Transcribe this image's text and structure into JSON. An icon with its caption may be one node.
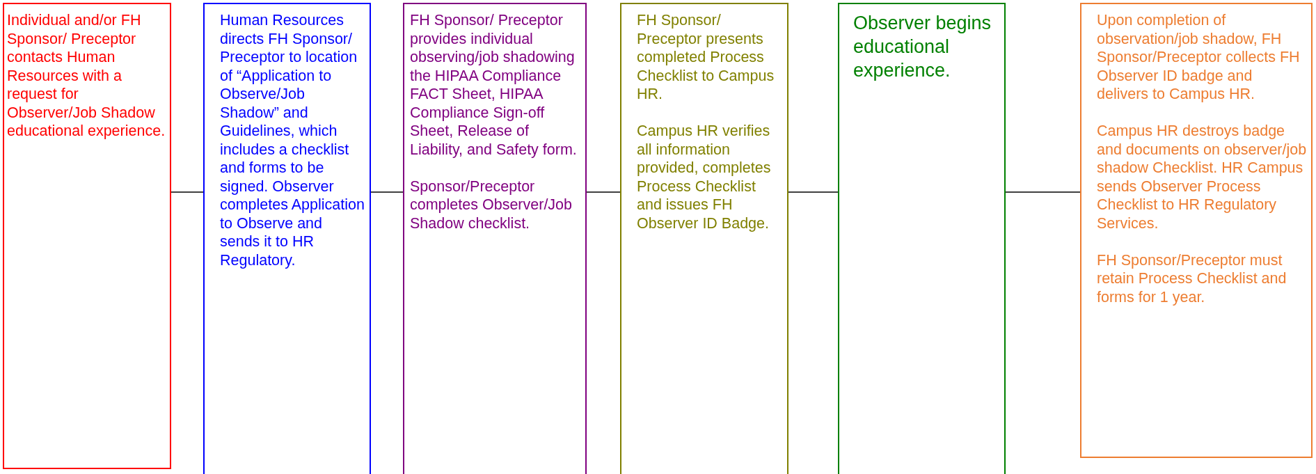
{
  "diagram": {
    "nodes": [
      {
        "text": [
          "Individual and/or FH Sponsor/ Preceptor contacts Human Resources with a request for Observer/Job Shadow educational experience."
        ]
      },
      {
        "text": [
          "Human Resources directs FH Sponsor/ Preceptor to location of “Application to Observe/Job Shadow” and Guidelines, which includes a checklist and forms to be signed. Observer completes Application to Observe and sends it to HR Regulatory."
        ]
      },
      {
        "text": [
          "FH Sponsor/ Preceptor provides individual observing/job shadowing the HIPAA Compliance FACT Sheet, HIPAA Compliance Sign-off Sheet, Release of Liability, and Safety form.",
          "Sponsor/Preceptor completes Observer/Job Shadow checklist."
        ]
      },
      {
        "text": [
          "FH Sponsor/ Preceptor presents completed Process Checklist to Campus HR.",
          "Campus HR verifies all information provided, completes Process Checklist and issues FH Observer ID Badge."
        ]
      },
      {
        "text": [
          "Observer begins educational experience."
        ]
      },
      {
        "text": [
          "Upon completion of observation/job shadow, FH Sponsor/Preceptor collects FH Observer ID badge and delivers to Campus HR.",
          "Campus HR destroys badge and documents on observer/job shadow Checklist.  HR Campus sends Observer Process Checklist to HR Regulatory Services.",
          "FH Sponsor/Preceptor must retain Process Checklist and forms for 1 year."
        ]
      }
    ],
    "edges": [
      {
        "from": 0,
        "to": 1,
        "arrow": "none"
      },
      {
        "from": 1,
        "to": 2,
        "arrow": "none"
      },
      {
        "from": 2,
        "to": 3,
        "arrow": "none"
      },
      {
        "from": 3,
        "to": 4,
        "arrow": "none"
      },
      {
        "from": 4,
        "to": 5,
        "arrow": "none"
      }
    ]
  }
}
